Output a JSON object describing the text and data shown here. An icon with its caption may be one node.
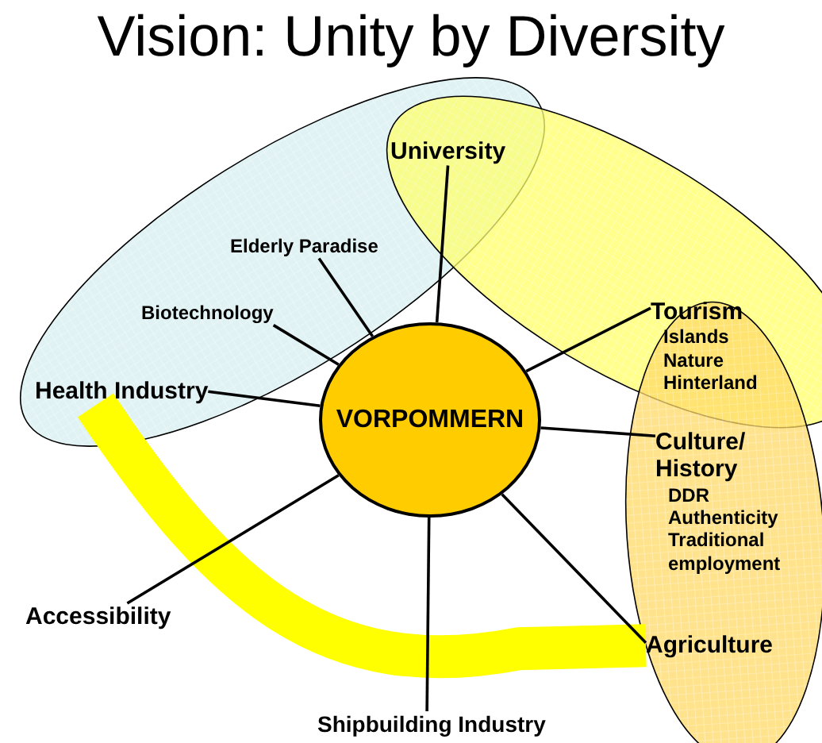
{
  "diagram": {
    "title": "Vision: Unity by Diversity",
    "nodes": [
      {
        "text": [
          "VORPOMMERN"
        ]
      },
      {
        "text": [
          "University"
        ]
      },
      {
        "text": [
          "Elderly Paradise"
        ]
      },
      {
        "text": [
          "Biotechnology"
        ]
      },
      {
        "text": [
          "Health Industry"
        ]
      },
      {
        "text": [
          "Tourism",
          "Islands",
          "Nature",
          "Hinterland"
        ]
      },
      {
        "text": [
          "Culture/ History",
          "DDR",
          "Authenticity",
          "Traditional employment"
        ]
      },
      {
        "text": [
          "Accessibility"
        ]
      },
      {
        "text": [
          "Shipbuilding Industry"
        ]
      },
      {
        "text": [
          "Agriculture"
        ]
      }
    ],
    "edges": [
      {
        "from": 0,
        "to": 1,
        "arrow": "none"
      },
      {
        "from": 0,
        "to": 2,
        "arrow": "none"
      },
      {
        "from": 0,
        "to": 3,
        "arrow": "none"
      },
      {
        "from": 0,
        "to": 4,
        "arrow": "none"
      },
      {
        "from": 0,
        "to": 5,
        "arrow": "none"
      },
      {
        "from": 0,
        "to": 6,
        "arrow": "none"
      },
      {
        "from": 0,
        "to": 7,
        "arrow": "none"
      },
      {
        "from": 0,
        "to": 8,
        "arrow": "none"
      },
      {
        "from": 0,
        "to": 9,
        "arrow": "none"
      },
      {
        "from": 4,
        "to": 9,
        "arrow": "none",
        "style": "thick",
        "color": "#ffff00"
      }
    ]
  }
}
